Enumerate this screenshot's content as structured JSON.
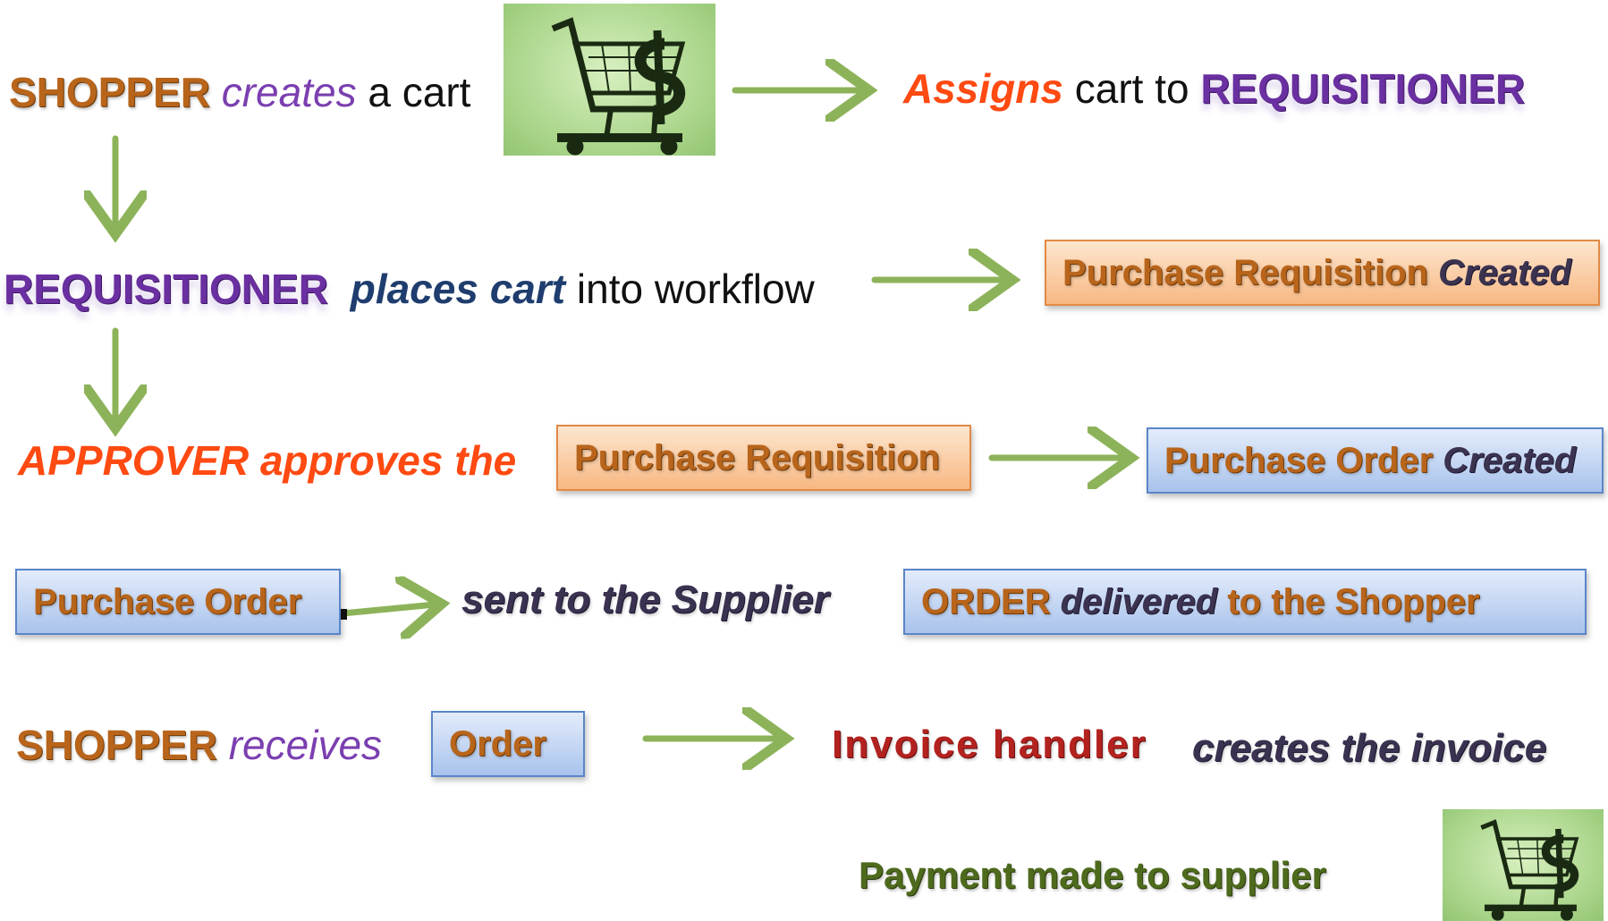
{
  "row1": {
    "actor": "SHOPPER",
    "verb": "creates",
    "rest": "a cart",
    "assigns": "Assigns",
    "assigns_rest": "cart to",
    "target": "REQUISITIONER"
  },
  "row2": {
    "actor": "REQUISITIONER",
    "verb": "places cart",
    "rest": "into workflow",
    "box": "Purchase Requisition",
    "box_em": "Created"
  },
  "row3": {
    "lead": "APPROVER approves the",
    "box": "Purchase Requisition",
    "result": "Purchase Order",
    "result_em": "Created"
  },
  "row4": {
    "box": "Purchase Order",
    "sent": "sent to the Supplier",
    "delivered_a": "ORDER",
    "delivered_b": "delivered",
    "delivered_c": "to the Shopper"
  },
  "row5": {
    "actor": "SHOPPER",
    "verb": "receives",
    "box": "Order",
    "handler": "Invoice handler",
    "creates": "creates the invoice"
  },
  "row6": {
    "payment": "Payment made to supplier"
  },
  "icons": {
    "cart": "shopping-cart-dollar-icon"
  },
  "colors": {
    "arrow": "#8db35a",
    "orange_box": "#f7b883",
    "blue_box": "#a9c3ec"
  }
}
